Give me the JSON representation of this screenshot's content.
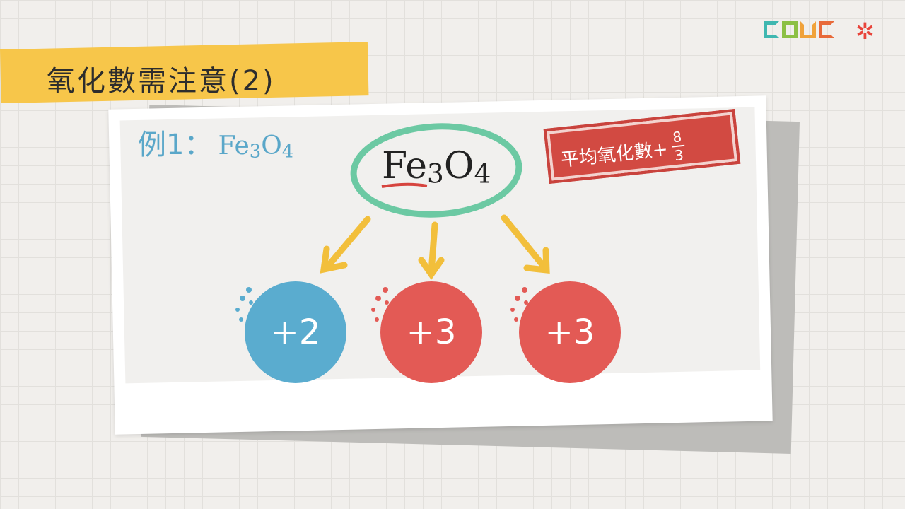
{
  "header": {
    "title": "氧化數需注意(2)"
  },
  "example": {
    "label": "例1：",
    "formula_main": "Fe",
    "formula_sub1": "3",
    "formula_o": "O",
    "formula_sub2": "4"
  },
  "center": {
    "fe": "Fe",
    "sub1": "3",
    "o": "O",
    "sub2": "4"
  },
  "stamp": {
    "text": "平均氧化數+",
    "numerator": "8",
    "denominator": "3"
  },
  "circles": [
    {
      "label": "+2",
      "color": "#5aaccf"
    },
    {
      "label": "+3",
      "color": "#e35a55"
    },
    {
      "label": "+3",
      "color": "#e35a55"
    }
  ],
  "colors": {
    "banner": "#f7c64a",
    "ring": "#6cc9a3",
    "arrow": "#f2bf3b",
    "stamp": "#d24a42"
  }
}
